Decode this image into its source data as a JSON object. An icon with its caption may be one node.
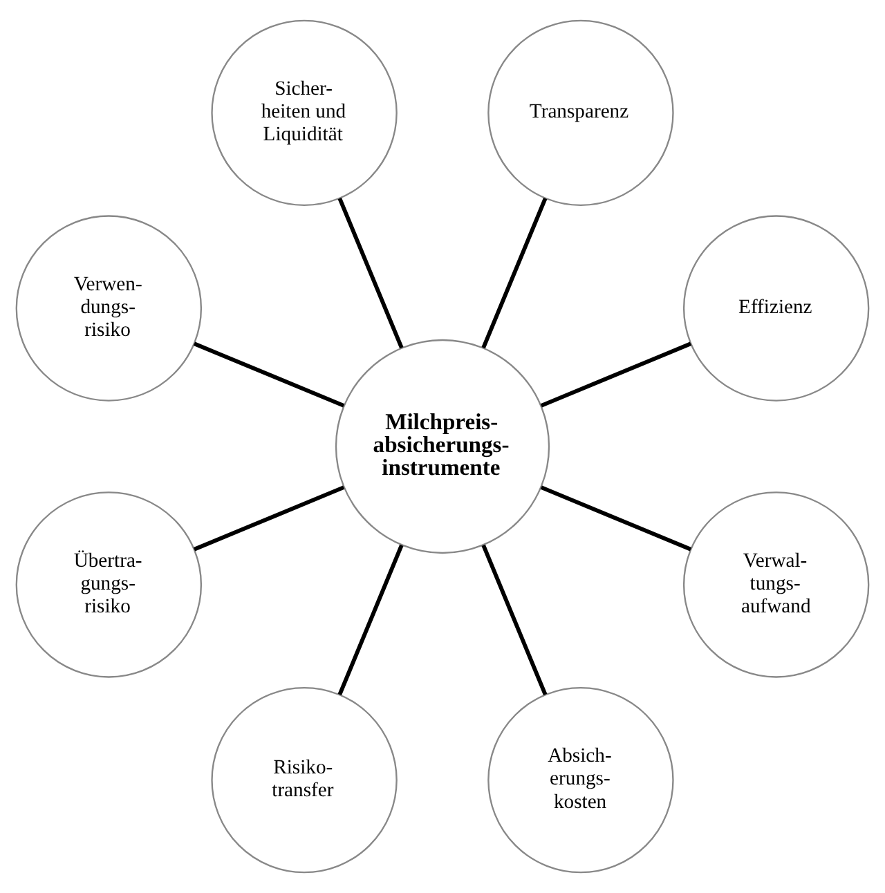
{
  "diagram": {
    "nodes": [
      {
        "text": [
          "Milchpreis- absicherungs- instrumente"
        ]
      },
      {
        "text": [
          "Effizienz"
        ]
      },
      {
        "text": [
          "Transparenz"
        ]
      },
      {
        "text": [
          "Sicher- heiten und Liquidität"
        ]
      },
      {
        "text": [
          "Verwen- dungs- risiko"
        ]
      },
      {
        "text": [
          "Übertra- gungs- risiko"
        ]
      },
      {
        "text": [
          "Risiko- transfer"
        ]
      },
      {
        "text": [
          "Absich- erungs- kosten"
        ]
      },
      {
        "text": [
          "Verwal- tungs- aufwand"
        ]
      }
    ],
    "edges": [
      {
        "from": 0,
        "to": 1,
        "arrow": "none"
      },
      {
        "from": 0,
        "to": 2,
        "arrow": "none"
      },
      {
        "from": 0,
        "to": 3,
        "arrow": "none"
      },
      {
        "from": 0,
        "to": 4,
        "arrow": "none"
      },
      {
        "from": 0,
        "to": 5,
        "arrow": "none"
      },
      {
        "from": 0,
        "to": 6,
        "arrow": "none"
      },
      {
        "from": 0,
        "to": 7,
        "arrow": "none"
      },
      {
        "from": 0,
        "to": 8,
        "arrow": "none"
      }
    ]
  }
}
